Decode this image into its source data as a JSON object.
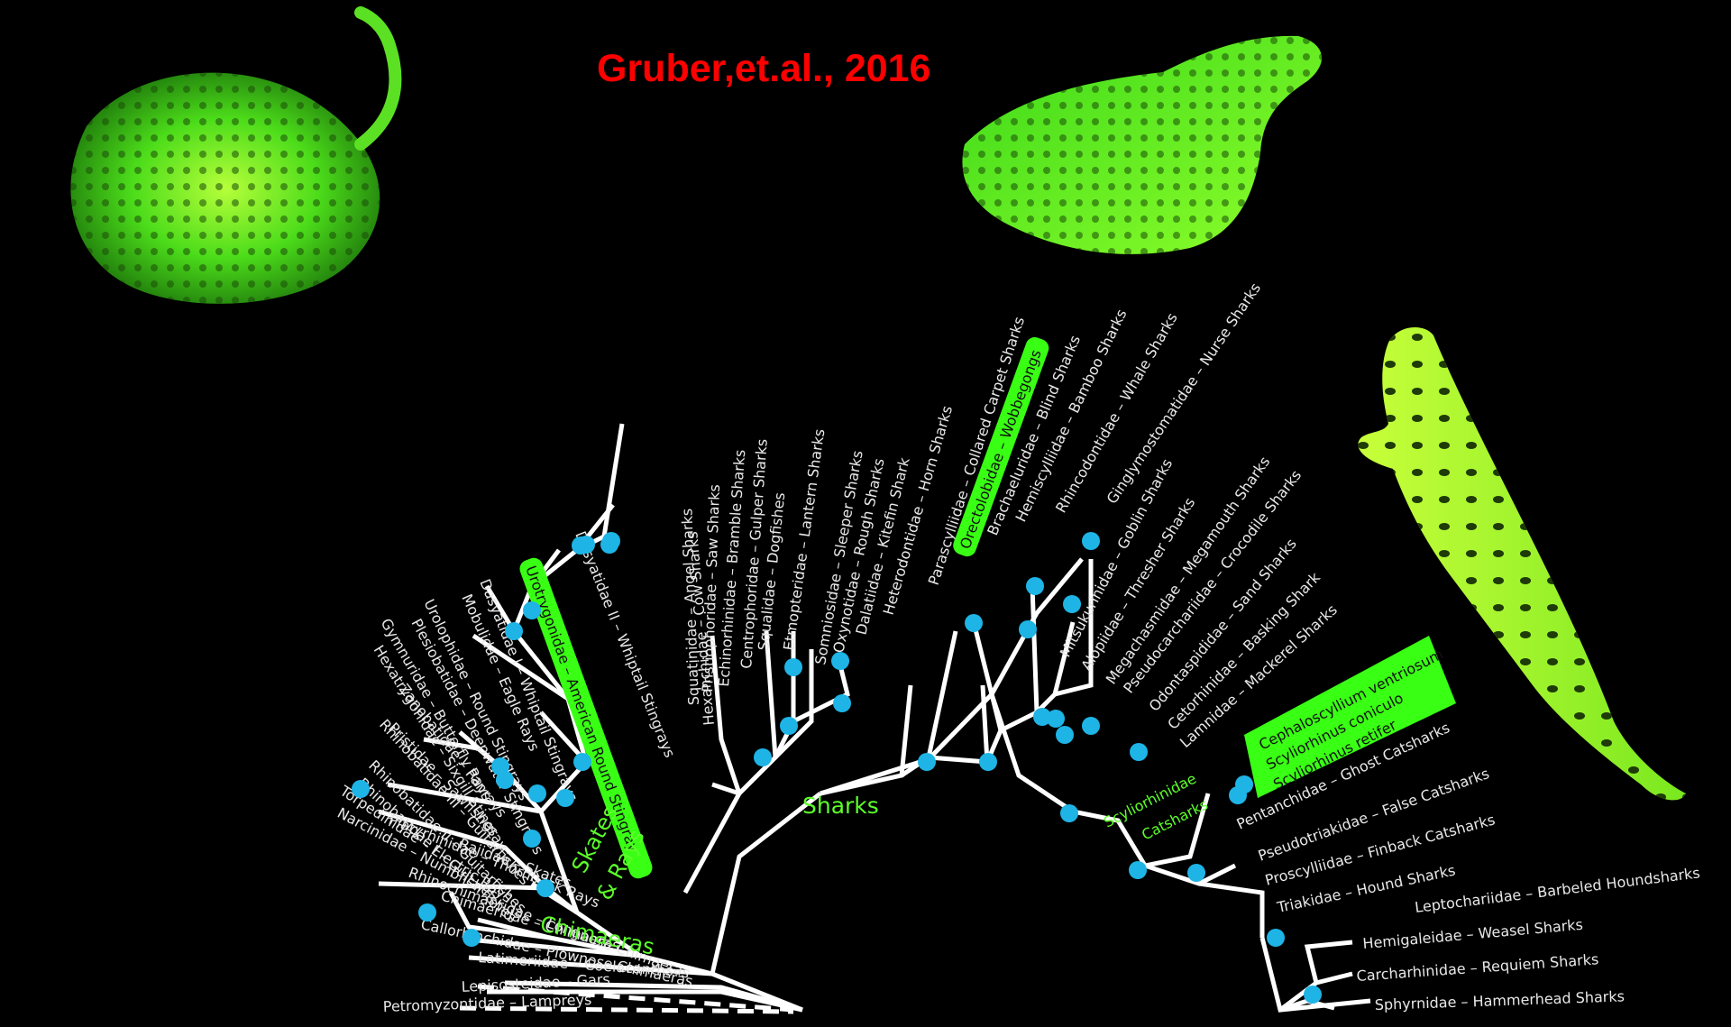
{
  "citation": "Gruber,et.al., 2016",
  "colors": {
    "background": "#000000",
    "branch": "#ffffff",
    "node": "#1eb4e6",
    "highlight": "#39ff14",
    "citation": "#ff0000",
    "group_label": "#5cff2a"
  },
  "group_labels": {
    "skates_line1": "Skates",
    "skates_line2": "& Rays",
    "chimaeras": "Chimaeras",
    "sharks": "Sharks",
    "scyliorhinidae": "Scyliorhinidae",
    "catsharks": "Catsharks"
  },
  "illustrations": [
    {
      "name": "stingray-photo",
      "icon": "stingray-icon"
    },
    {
      "name": "wobbegong-photo",
      "icon": "wobbegong-icon"
    },
    {
      "name": "catshark-photo",
      "icon": "catshark-icon"
    }
  ],
  "highlight_box": {
    "lines": [
      "Cephaloscyllium ventriosum",
      "Scyliorhinus coniculo",
      "Scyliorhinus retifer"
    ]
  },
  "taxa": [
    {
      "label": "Petromyzontidae – Lampreys",
      "highlight": false
    },
    {
      "label": "Lepisosteidae – Gars",
      "highlight": false
    },
    {
      "label": "Latimeriidae – Coelacanths",
      "highlight": false
    },
    {
      "label": "Callorhinchidae – Plownose Chimaeras",
      "highlight": false
    },
    {
      "label": "Chimaeridae – Chimaeras",
      "highlight": false
    },
    {
      "label": "Rhinochimaeridae – Longnose Chimaeras",
      "highlight": false
    },
    {
      "label": "Rajidae – Skates",
      "highlight": false
    },
    {
      "label": "Platyrhinidae – Thornback Rays",
      "highlight": false
    },
    {
      "label": "Narcinidae – Numbfishes",
      "highlight": false
    },
    {
      "label": "Torpedinidae – Electric Rays",
      "highlight": false
    },
    {
      "label": "Rhinobatidae I – Guitarfishes",
      "highlight": false
    },
    {
      "label": "Rhinobatidae II – Guitarfishes",
      "highlight": false
    },
    {
      "label": "Pristidae – Sawfishes",
      "highlight": false
    },
    {
      "label": "Rhinobatidae III – Guitarfishes",
      "highlight": false
    },
    {
      "label": "Zanobatidae – Panrays",
      "highlight": false
    },
    {
      "label": "Hexatrygonidae – Sixgill Stingray",
      "highlight": false
    },
    {
      "label": "Gymnuridae – Butterfly Rays",
      "highlight": false
    },
    {
      "label": "Plesiobatidae – Deepwater Stingrays",
      "highlight": false
    },
    {
      "label": "Urolophidae – Round Stingrays",
      "highlight": false
    },
    {
      "label": "Mobulidae – Eagle Rays",
      "highlight": false
    },
    {
      "label": "Dasyatidae I – Whiptail Stingrays",
      "highlight": false
    },
    {
      "label": "Urotrygonidae – American Round Stingray",
      "highlight": true
    },
    {
      "label": "Dasyatidae II – Whiptail Stingrays",
      "highlight": false
    },
    {
      "label": "Hexanchidae – Cow Sharks",
      "highlight": false
    },
    {
      "label": "Squatinidae – Angel Sharks",
      "highlight": false
    },
    {
      "label": "Pristiophoridae – Saw Sharks",
      "highlight": false
    },
    {
      "label": "Echinorhinidae – Bramble Sharks",
      "highlight": false
    },
    {
      "label": "Centrophoridae – Gulper Sharks",
      "highlight": false
    },
    {
      "label": "Squalidae – Dogfishes",
      "highlight": false
    },
    {
      "label": "Etmopteridae – Lantern Sharks",
      "highlight": false
    },
    {
      "label": "Somniosidae – Sleeper Sharks",
      "highlight": false
    },
    {
      "label": "Oxynotidae – Rough Sharks",
      "highlight": false
    },
    {
      "label": "Dalatiidae – Kitefin Shark",
      "highlight": false
    },
    {
      "label": "Heterodontidae – Horn Sharks",
      "highlight": false
    },
    {
      "label": "Parascylliidae – Collared Carpet Sharks",
      "highlight": false
    },
    {
      "label": "Orectolobidae – Wobbegongs",
      "highlight": true
    },
    {
      "label": "Brachaeluridae – Blind Sharks",
      "highlight": false
    },
    {
      "label": "Hemiscylliidae – Bamboo Sharks",
      "highlight": false
    },
    {
      "label": "Rhincodontidae – Whale Sharks",
      "highlight": false
    },
    {
      "label": "Ginglymostomatidae – Nurse Sharks",
      "highlight": false
    },
    {
      "label": "Mitsukurinidae – Goblin Sharks",
      "highlight": false
    },
    {
      "label": "Alopiidae – Thresher Sharks",
      "highlight": false
    },
    {
      "label": "Megachasmidae – Megamouth Sharks",
      "highlight": false
    },
    {
      "label": "Pseudocarchariidae – Crocodile Sharks",
      "highlight": false
    },
    {
      "label": "Odontaspididae – Sand Sharks",
      "highlight": false
    },
    {
      "label": "Cetorhinidae – Basking Shark",
      "highlight": false
    },
    {
      "label": "Lamnidae – Mackerel Sharks",
      "highlight": false
    },
    {
      "label": "Pentanchidae – Ghost Catsharks",
      "highlight": false
    },
    {
      "label": "Pseudotriakidae – False Catsharks",
      "highlight": false
    },
    {
      "label": "Proscylliidae – Finback Catsharks",
      "highlight": false
    },
    {
      "label": "Triakidae – Hound Sharks",
      "highlight": false
    },
    {
      "label": "Leptochariidae – Barbeled Houndsharks",
      "highlight": false
    },
    {
      "label": "Hemigaleidae – Weasel Sharks",
      "highlight": false
    },
    {
      "label": "Carcharhinidae – Requiem Sharks",
      "highlight": false
    },
    {
      "label": "Sphyrnidae – Hammerhead Sharks",
      "highlight": false
    }
  ]
}
